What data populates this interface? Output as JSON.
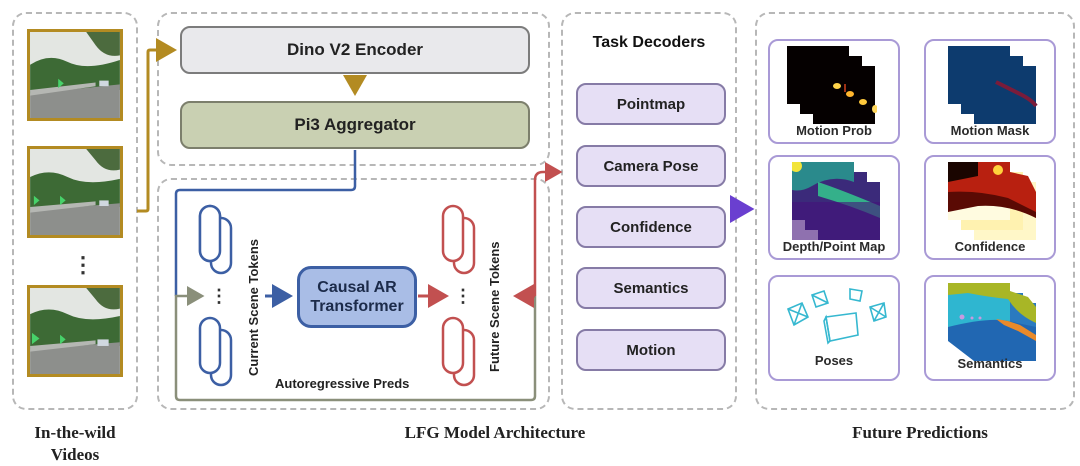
{
  "input_panel": {
    "caption_line1": "In-the-wild",
    "caption_line2": "Videos",
    "ellipsis": "⋮",
    "frames": [
      {
        "name": "video-frame-1"
      },
      {
        "name": "video-frame-2"
      },
      {
        "name": "video-frame-n"
      }
    ]
  },
  "architecture": {
    "caption": "LFG Model Architecture",
    "encoder_label": "Dino V2 Encoder",
    "aggregator_label": "Pi3 Aggregator",
    "current_tokens_label": "Current Scene Tokens",
    "future_tokens_label": "Future Scene Tokens",
    "transformer_line1": "Causal AR",
    "transformer_line2": "Transformer",
    "loop_label": "Autoregressive Preds",
    "token_ellipsis": "⋮"
  },
  "decoders": {
    "title": "Task Decoders",
    "items": [
      "Pointmap",
      "Camera Pose",
      "Confidence",
      "Semantics",
      "Motion"
    ]
  },
  "predictions": {
    "caption": "Future Predictions",
    "items": [
      {
        "label": "Motion Prob",
        "kind": "motion-prob"
      },
      {
        "label": "Motion Mask",
        "kind": "motion-mask"
      },
      {
        "label": "Depth/Point Map",
        "kind": "depth"
      },
      {
        "label": "Confidence",
        "kind": "confidence"
      },
      {
        "label": "Poses",
        "kind": "poses"
      },
      {
        "label": "Semantics",
        "kind": "semantics"
      }
    ]
  },
  "colors": {
    "input_arrow": "#b38b22",
    "current_tokens": "#3c5fa4",
    "future_tokens": "#c25050",
    "loop": "#8a8f7a",
    "decoder_arrow": "#6a3fd0",
    "decoder_fill": "#e6dff5",
    "prediction_border": "#a99ad6"
  }
}
